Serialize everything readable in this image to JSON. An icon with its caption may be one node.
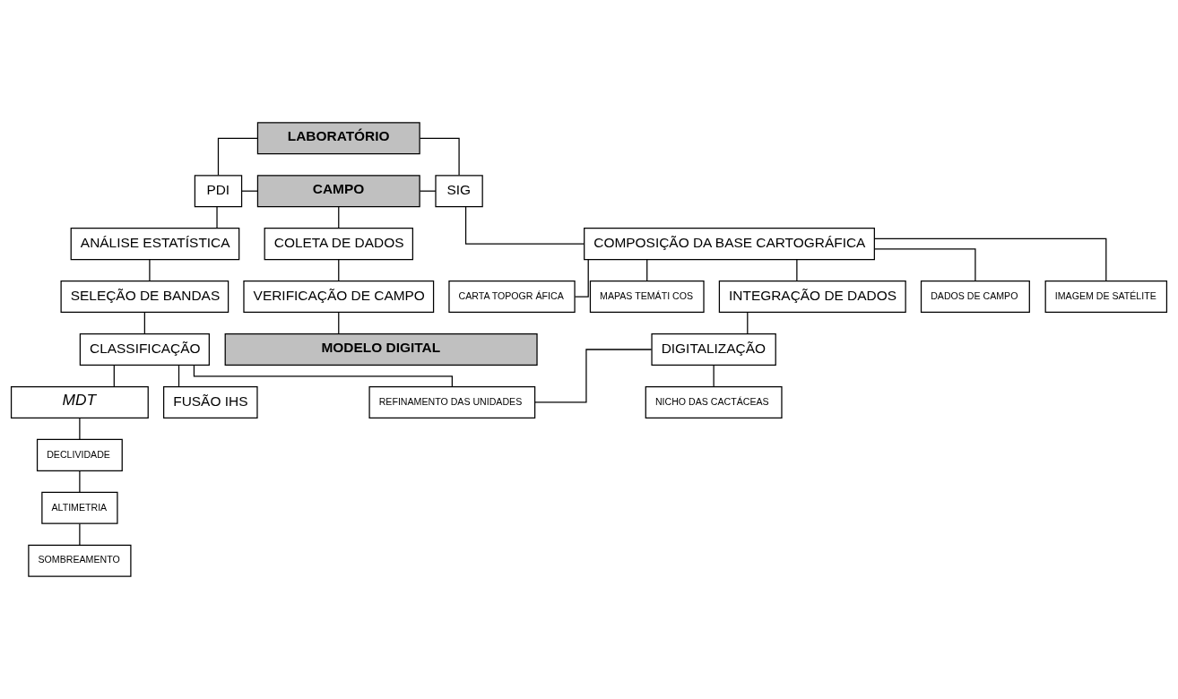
{
  "diagram": {
    "nodes": [
      {
        "text": [
          "LABORATÓRIO"
        ]
      },
      {
        "text": [
          "PDI"
        ]
      },
      {
        "text": [
          "CAMPO"
        ]
      },
      {
        "text": [
          "SIG"
        ]
      },
      {
        "text": [
          "ANÁLISE ESTATÍSTICA"
        ]
      },
      {
        "text": [
          "COLETA DE DADOS"
        ]
      },
      {
        "text": [
          "COMPOSIÇÃO DA BASE CARTOGRÁFICA"
        ]
      },
      {
        "text": [
          "SELEÇÃO DE BANDAS"
        ]
      },
      {
        "text": [
          "DADOS DE CAMPO"
        ]
      },
      {
        "text": [
          "IMAGEM DE SATÉLITE"
        ]
      },
      {
        "text": [
          "CARTA TOPOGR ÁFICA"
        ]
      },
      {
        "text": [
          "MAPAS TEMÁTI COS"
        ]
      },
      {
        "text": [
          "CLASSIFICAÇÃO"
        ]
      },
      {
        "text": [
          "MDT"
        ]
      },
      {
        "text": [
          "FUSÃO IHS"
        ]
      },
      {
        "text": [
          "INTEGRAÇÃO DE DADOS"
        ]
      },
      {
        "text": [
          "DECLIVIDADE"
        ]
      },
      {
        "text": [
          "DIGITALIZAÇÃO"
        ]
      },
      {
        "text": [
          "ALTIMETRIA"
        ]
      },
      {
        "text": [
          "REFINAMENTO DAS UNIDADES"
        ]
      },
      {
        "text": [
          "NICHO DAS CACTÁCEAS"
        ]
      },
      {
        "text": [
          "SOMBREAMENTO"
        ]
      },
      {
        "text": [
          "VERIFICAÇÃO DE CAMPO"
        ]
      },
      {
        "text": [
          "MODELO DIGITAL"
        ]
      }
    ],
    "edges": [
      {
        "from": 0,
        "to": 1,
        "arrow": "none"
      },
      {
        "from": 0,
        "to": 3,
        "arrow": "none"
      },
      {
        "from": 1,
        "to": 2,
        "arrow": "none"
      },
      {
        "from": 2,
        "to": 3,
        "arrow": "none"
      },
      {
        "from": 2,
        "to": 5,
        "arrow": "none"
      },
      {
        "from": 1,
        "to": 4,
        "arrow": "none"
      },
      {
        "from": 3,
        "to": 6,
        "arrow": "none"
      },
      {
        "from": 4,
        "to": 7,
        "arrow": "none"
      },
      {
        "from": 6,
        "to": 8,
        "arrow": "none"
      },
      {
        "from": 6,
        "to": 9,
        "arrow": "none"
      },
      {
        "from": 6,
        "to": 10,
        "arrow": "none"
      },
      {
        "from": 6,
        "to": 11,
        "arrow": "none"
      },
      {
        "from": 7,
        "to": 12,
        "arrow": "none"
      },
      {
        "from": 12,
        "to": 13,
        "arrow": "none"
      },
      {
        "from": 12,
        "to": 14,
        "arrow": "none"
      },
      {
        "from": 6,
        "to": 15,
        "arrow": "none"
      },
      {
        "from": 13,
        "to": 16,
        "arrow": "none"
      },
      {
        "from": 15,
        "to": 17,
        "arrow": "none"
      },
      {
        "from": 16,
        "to": 18,
        "arrow": "none"
      },
      {
        "from": 17,
        "to": 19,
        "arrow": "none"
      },
      {
        "from": 17,
        "to": 20,
        "arrow": "none"
      },
      {
        "from": 12,
        "to": 19,
        "arrow": "none"
      },
      {
        "from": 18,
        "to": 21,
        "arrow": "none"
      },
      {
        "from": 5,
        "to": 22,
        "arrow": "none"
      },
      {
        "from": 22,
        "to": 23,
        "arrow": "none"
      }
    ]
  }
}
